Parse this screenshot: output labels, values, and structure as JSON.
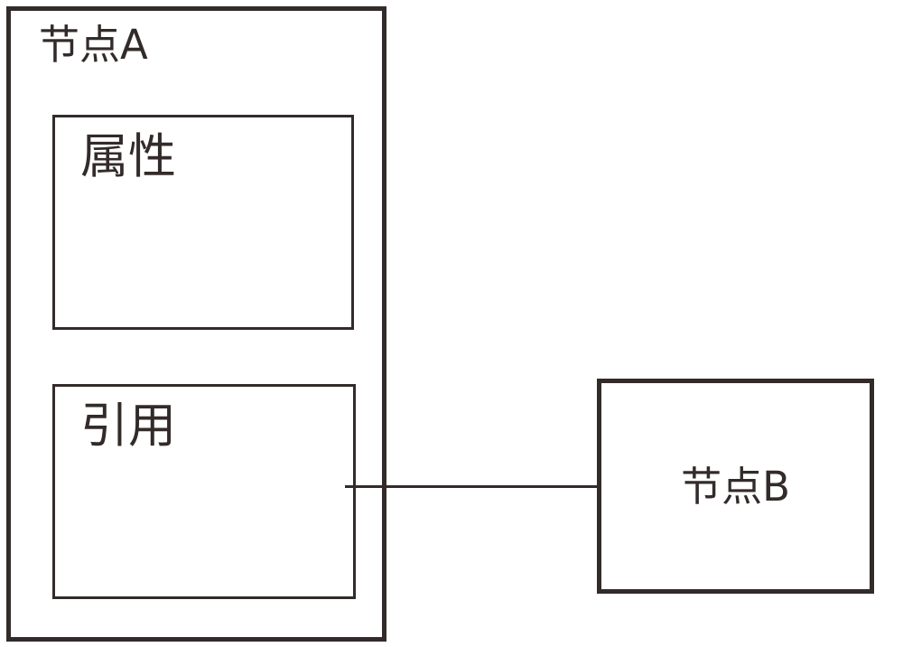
{
  "diagram": {
    "type": "node-reference-diagram",
    "background_color": "#ffffff",
    "stroke_color": "#332b2a",
    "node_a": {
      "title": "节点A",
      "compartments": [
        {
          "label": "属性"
        },
        {
          "label": "引用"
        }
      ]
    },
    "node_b": {
      "title": "节点B"
    },
    "edge": {
      "from": "引用",
      "to": "节点B",
      "style": "solid-line",
      "label": ""
    }
  }
}
